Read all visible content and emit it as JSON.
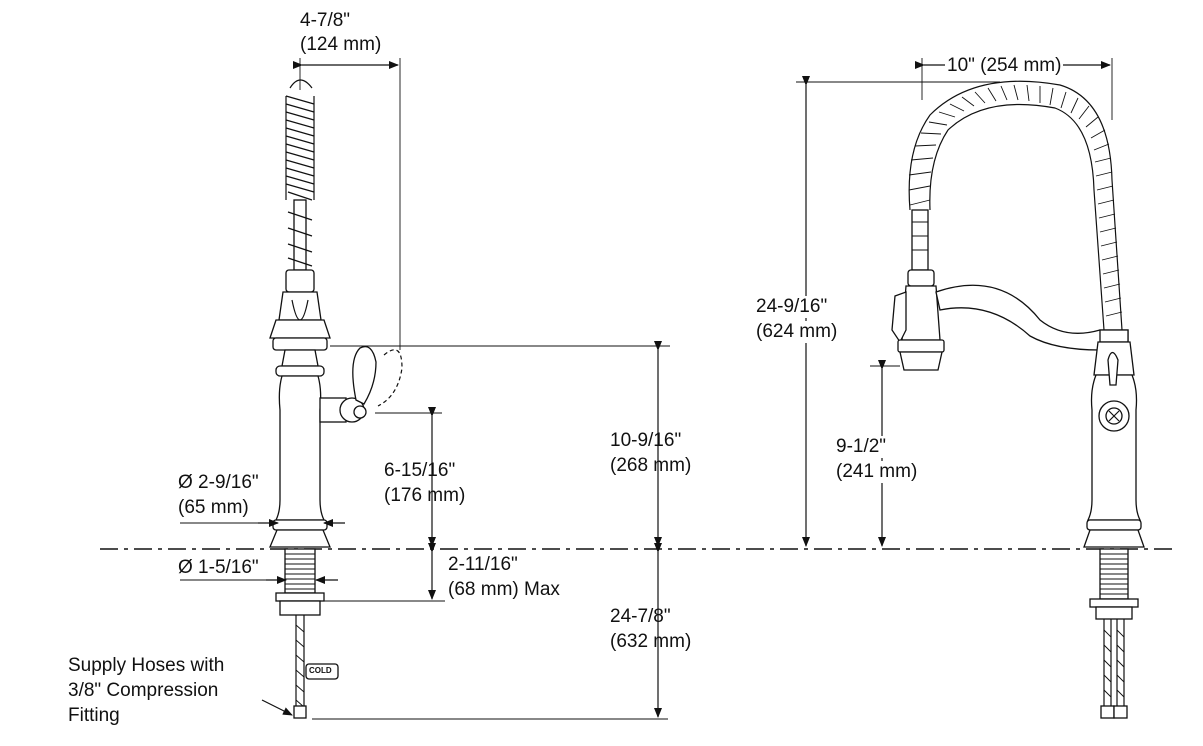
{
  "dimensions": {
    "spray_reach": {
      "inch": "4-7/8\"",
      "mm": "(124 mm)"
    },
    "spout_height": {
      "inch": "10-9/16\"",
      "mm": "(268 mm)"
    },
    "handle_height": {
      "inch": "6-15/16\"",
      "mm": "(176 mm)"
    },
    "body_diameter": {
      "inch": "Ø 2-9/16\"",
      "mm": "(65 mm)"
    },
    "shank_diameter": {
      "inch": "Ø 1-5/16\""
    },
    "deck_thickness": {
      "inch": "2-11/16\"",
      "mm": "(68 mm) Max"
    },
    "hose_length": {
      "inch": "24-7/8\"",
      "mm": "(632 mm)"
    },
    "spout_reach": {
      "label": "10\" (254 mm)"
    },
    "overall_height": {
      "inch": "24-9/16\"",
      "mm": "(624 mm)"
    },
    "spray_clearance": {
      "inch": "9-1/2\"",
      "mm": "(241 mm)"
    }
  },
  "callouts": {
    "supply_hoses": [
      "Supply Hoses with",
      "3/8\" Compression",
      "Fitting"
    ],
    "cold_tag": "COLD"
  }
}
